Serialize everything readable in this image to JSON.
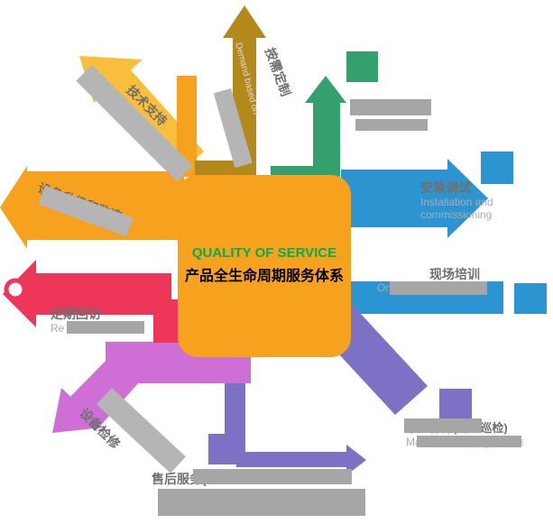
{
  "diagram": {
    "center": {
      "title_en": "QUALITY OF SERVICE",
      "title_zh": "产品全生命周期服务体系"
    },
    "nodes": {
      "demand": {
        "zh": "按需定制",
        "en": "Demand based on"
      },
      "tech_support": {
        "zh": "技术支持"
      },
      "equipment_upgrade": {
        "zh": "设备升级和改造"
      },
      "return_visit": {
        "zh": "定期回访",
        "en_fragment": "Re"
      },
      "equipment_overhaul": {
        "zh": "设备检修"
      },
      "installation": {
        "zh": "安装调试",
        "en": "Installation and commissioning"
      },
      "onsite_training": {
        "zh": "现场培训",
        "en": "On-site training"
      },
      "maintenance": {
        "zh": "维护保养(定期巡检)",
        "en": "Maintenance (regular inspection)"
      },
      "after_sales": {
        "zh_fragment": "售后服务("
      }
    },
    "colors": {
      "center_bg": "#F6A21E",
      "center_title_en": "#00B050",
      "gold": "#B3891B",
      "green": "#33A06E",
      "blue": "#2D94D2",
      "purple": "#7D71C6",
      "orchid": "#CF6FD6",
      "crimson": "#EE3658",
      "yellow": "#F9BE3B",
      "label_zh": "#6F6F6F",
      "label_en": "#ABABAB",
      "covered_bar": "#A6A6A6"
    }
  }
}
